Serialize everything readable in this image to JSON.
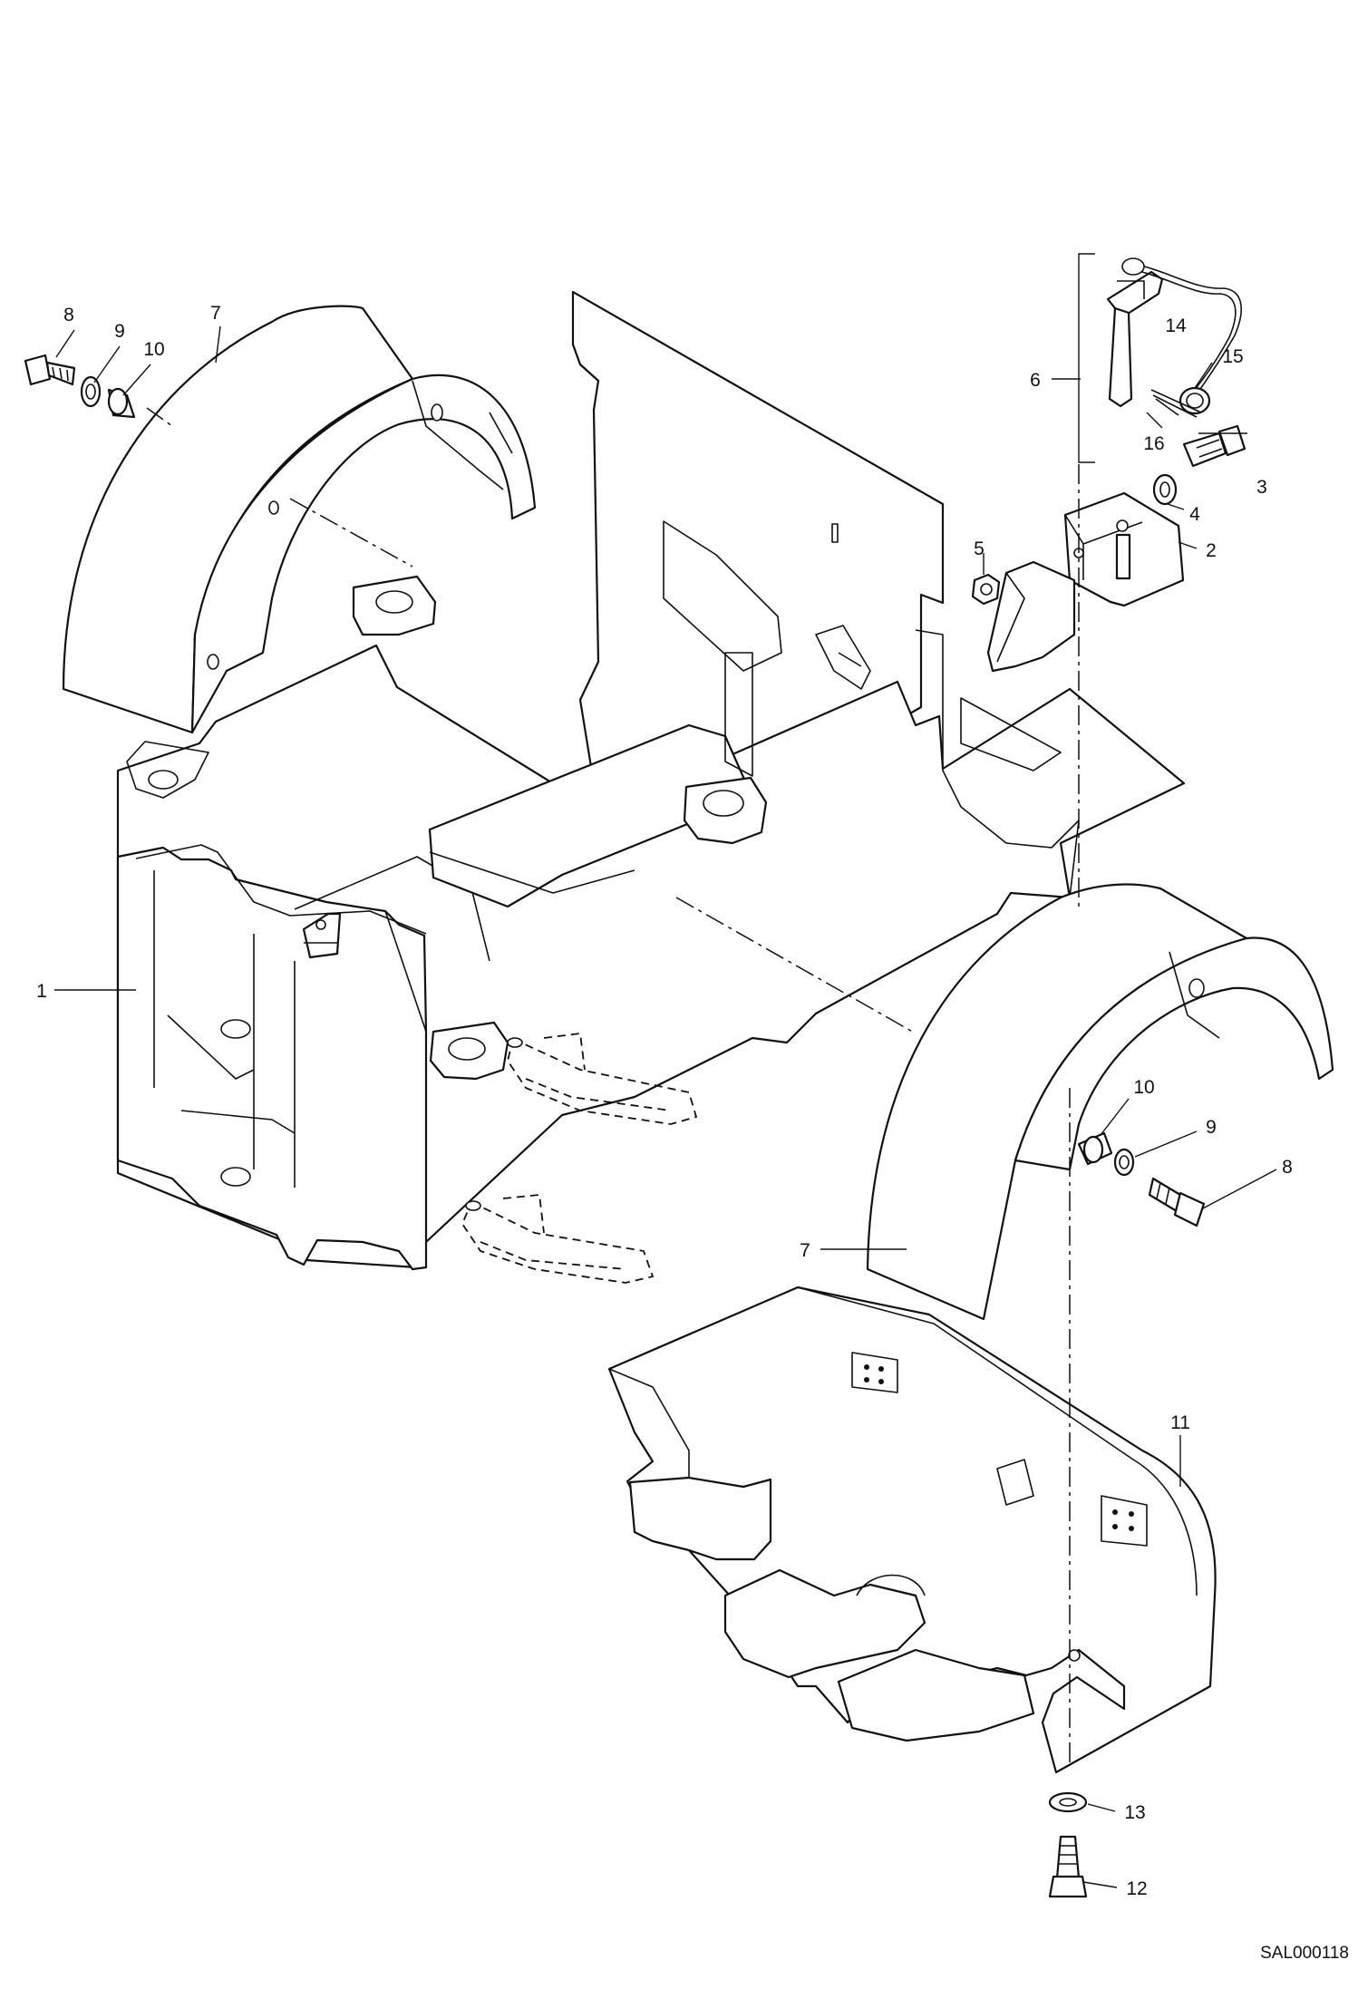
{
  "diagram": {
    "reference": "SAL000118",
    "callouts": [
      {
        "id": "c8a",
        "label": "8"
      },
      {
        "id": "c9a",
        "label": "9"
      },
      {
        "id": "c10a",
        "label": "10"
      },
      {
        "id": "c7a",
        "label": "7"
      },
      {
        "id": "c14",
        "label": "14"
      },
      {
        "id": "c15",
        "label": "15"
      },
      {
        "id": "c6",
        "label": "6"
      },
      {
        "id": "c16",
        "label": "16"
      },
      {
        "id": "c3",
        "label": "3"
      },
      {
        "id": "c4",
        "label": "4"
      },
      {
        "id": "c5",
        "label": "5"
      },
      {
        "id": "c2",
        "label": "2"
      },
      {
        "id": "c1",
        "label": "1"
      },
      {
        "id": "c10b",
        "label": "10"
      },
      {
        "id": "c9b",
        "label": "9"
      },
      {
        "id": "c8b",
        "label": "8"
      },
      {
        "id": "c7b",
        "label": "7"
      },
      {
        "id": "c11",
        "label": "11"
      },
      {
        "id": "c13",
        "label": "13"
      },
      {
        "id": "c12",
        "label": "12"
      }
    ]
  }
}
